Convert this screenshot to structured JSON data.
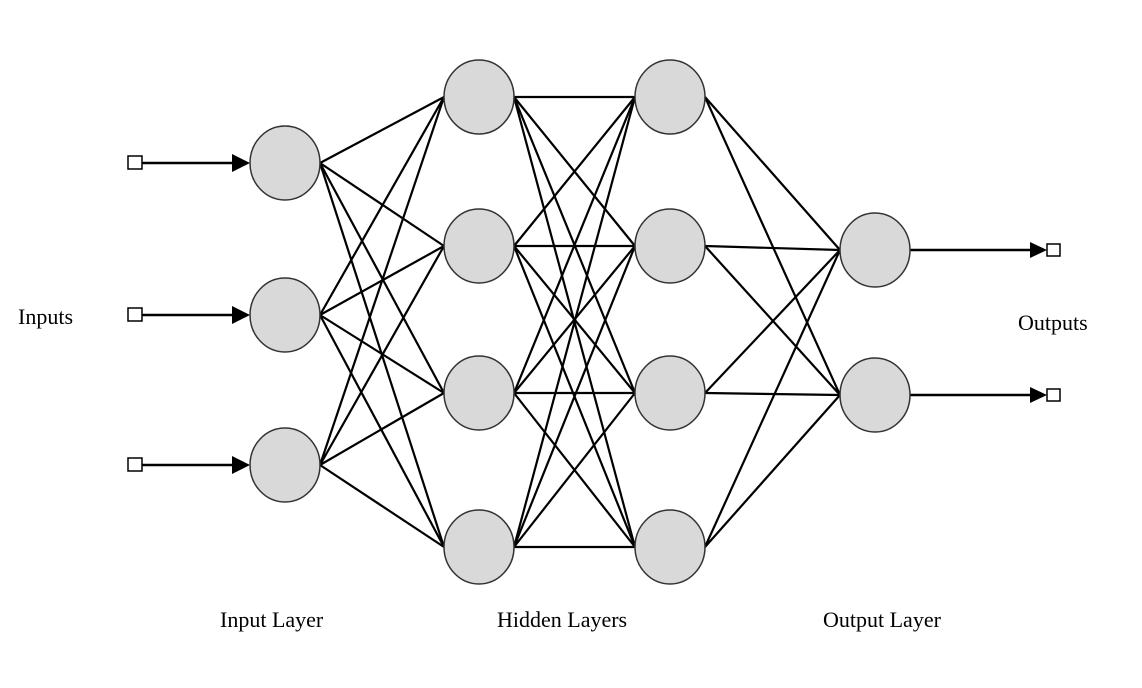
{
  "diagram": {
    "labels": {
      "inputs": "Inputs",
      "outputs": "Outputs",
      "input_layer": "Input Layer",
      "hidden_layers": "Hidden Layers",
      "output_layer": "Output Layer"
    },
    "layers": [
      {
        "role": "input",
        "nodes": 3
      },
      {
        "role": "hidden",
        "nodes": 4
      },
      {
        "role": "hidden",
        "nodes": 4
      },
      {
        "role": "output",
        "nodes": 2
      }
    ],
    "connectivity": "fully-connected",
    "colors": {
      "node_fill": "#d9d9d9",
      "stroke": "#000000"
    }
  }
}
